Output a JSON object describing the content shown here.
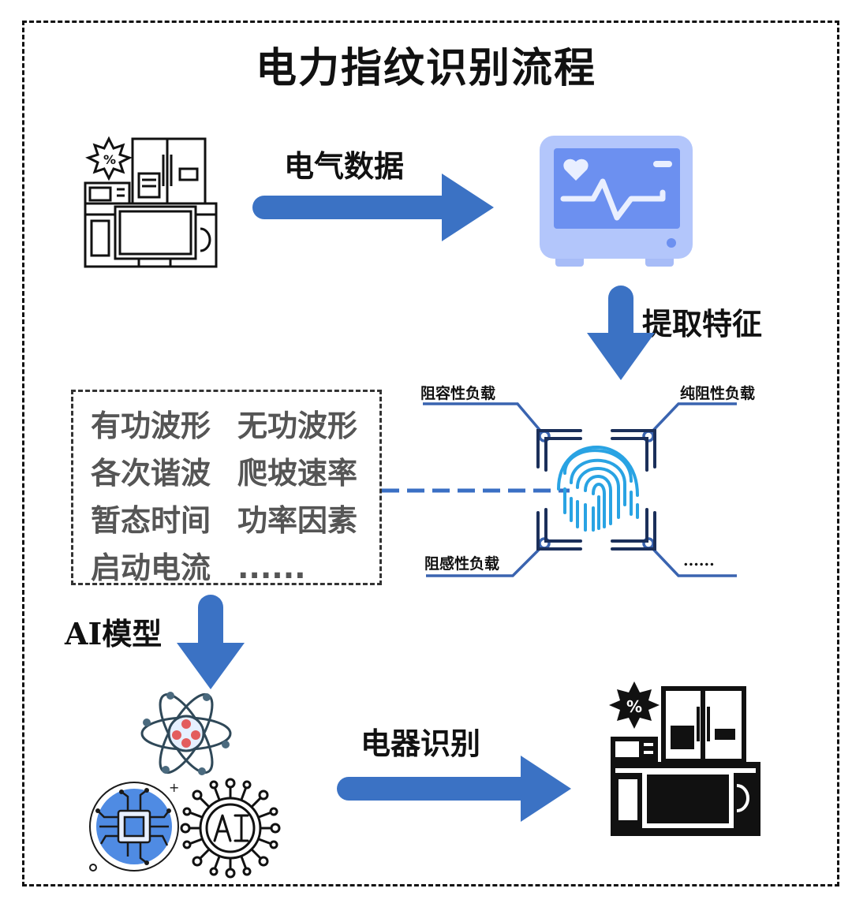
{
  "title": "电力指纹识别流程",
  "steps": {
    "electrical_data": "电气数据",
    "extract_features": "提取特征",
    "ai_model": "AI模型",
    "appliance_recognition": "电器识别"
  },
  "load_types": {
    "rc": "阻容性负载",
    "pure_resistive": "纯阻性负载",
    "rl": "阻感性负载",
    "more": "......"
  },
  "features": [
    [
      "有功波形",
      "无功波形"
    ],
    [
      "各次谐波",
      "爬坡速率"
    ],
    [
      "暂态时间",
      "功率因素"
    ],
    [
      "启动电流",
      "......"
    ]
  ],
  "icons": {
    "appliances": "appliances-outline-icon",
    "monitor": "heart-monitor-icon",
    "fingerprint": "fingerprint-icon",
    "atom": "atom-icon",
    "chip": "circuit-chip-icon",
    "ai": "ai-gear-icon",
    "appliances_result": "appliances-filled-icon"
  },
  "colors": {
    "arrow": "#3b72c4",
    "monitor_body": "#b3c6fb",
    "monitor_screen": "#6c90f0",
    "fingerprint": "#29a3e3",
    "line": "#3a64b0"
  }
}
